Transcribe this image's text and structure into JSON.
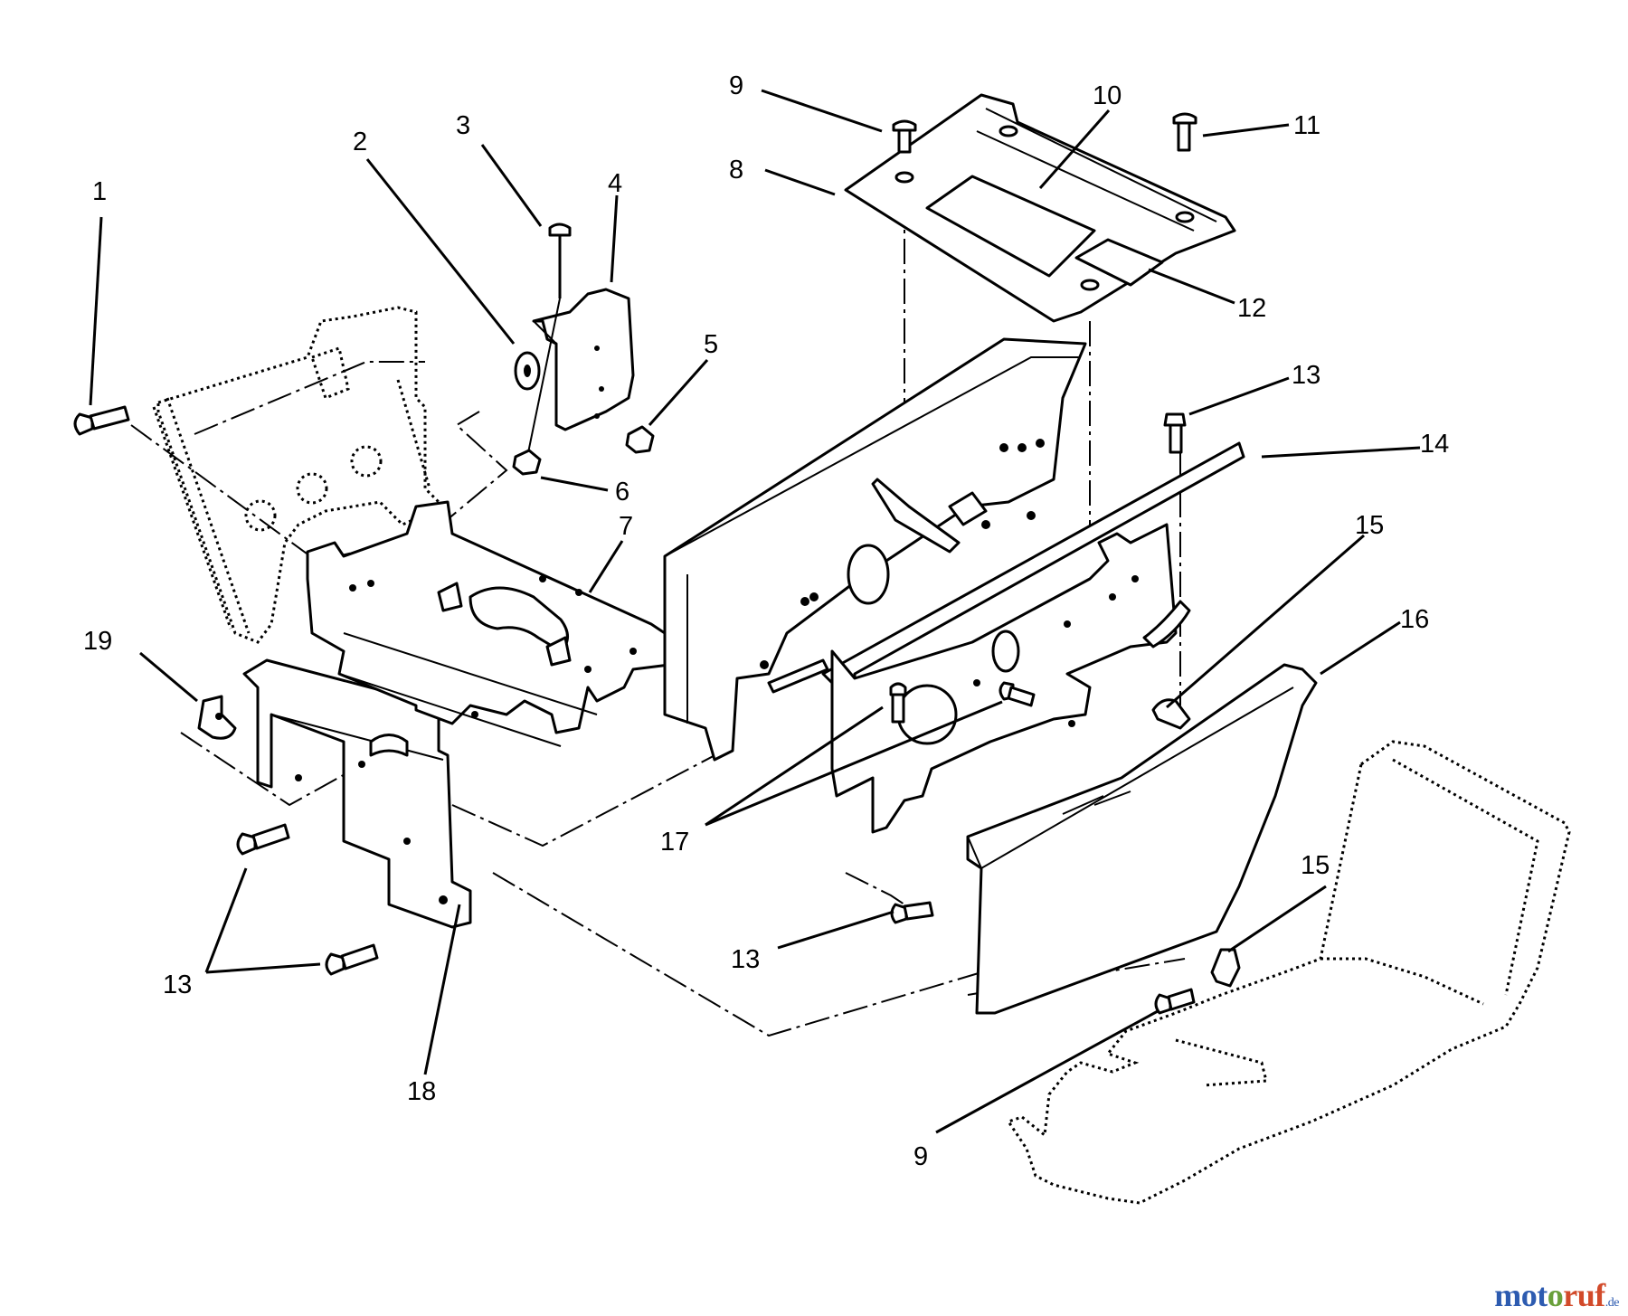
{
  "diagram": {
    "callouts": [
      {
        "id": "c1",
        "text": "1"
      },
      {
        "id": "c2",
        "text": "2"
      },
      {
        "id": "c3",
        "text": "3"
      },
      {
        "id": "c4",
        "text": "4"
      },
      {
        "id": "c5",
        "text": "5"
      },
      {
        "id": "c6",
        "text": "6"
      },
      {
        "id": "c7",
        "text": "7"
      },
      {
        "id": "c8",
        "text": "8"
      },
      {
        "id": "c9a",
        "text": "9"
      },
      {
        "id": "c10",
        "text": "10"
      },
      {
        "id": "c11",
        "text": "11"
      },
      {
        "id": "c12",
        "text": "12"
      },
      {
        "id": "c13a",
        "text": "13"
      },
      {
        "id": "c14",
        "text": "14"
      },
      {
        "id": "c15a",
        "text": "15"
      },
      {
        "id": "c16",
        "text": "16"
      },
      {
        "id": "c17",
        "text": "17"
      },
      {
        "id": "c13b",
        "text": "13"
      },
      {
        "id": "c15b",
        "text": "15"
      },
      {
        "id": "c19",
        "text": "19"
      },
      {
        "id": "c13c",
        "text": "13"
      },
      {
        "id": "c18",
        "text": "18"
      },
      {
        "id": "c9b",
        "text": "9"
      }
    ]
  },
  "watermark": {
    "part_a": "mot",
    "part_b": "o",
    "part_c": "ruf",
    "part_d": ".de"
  }
}
